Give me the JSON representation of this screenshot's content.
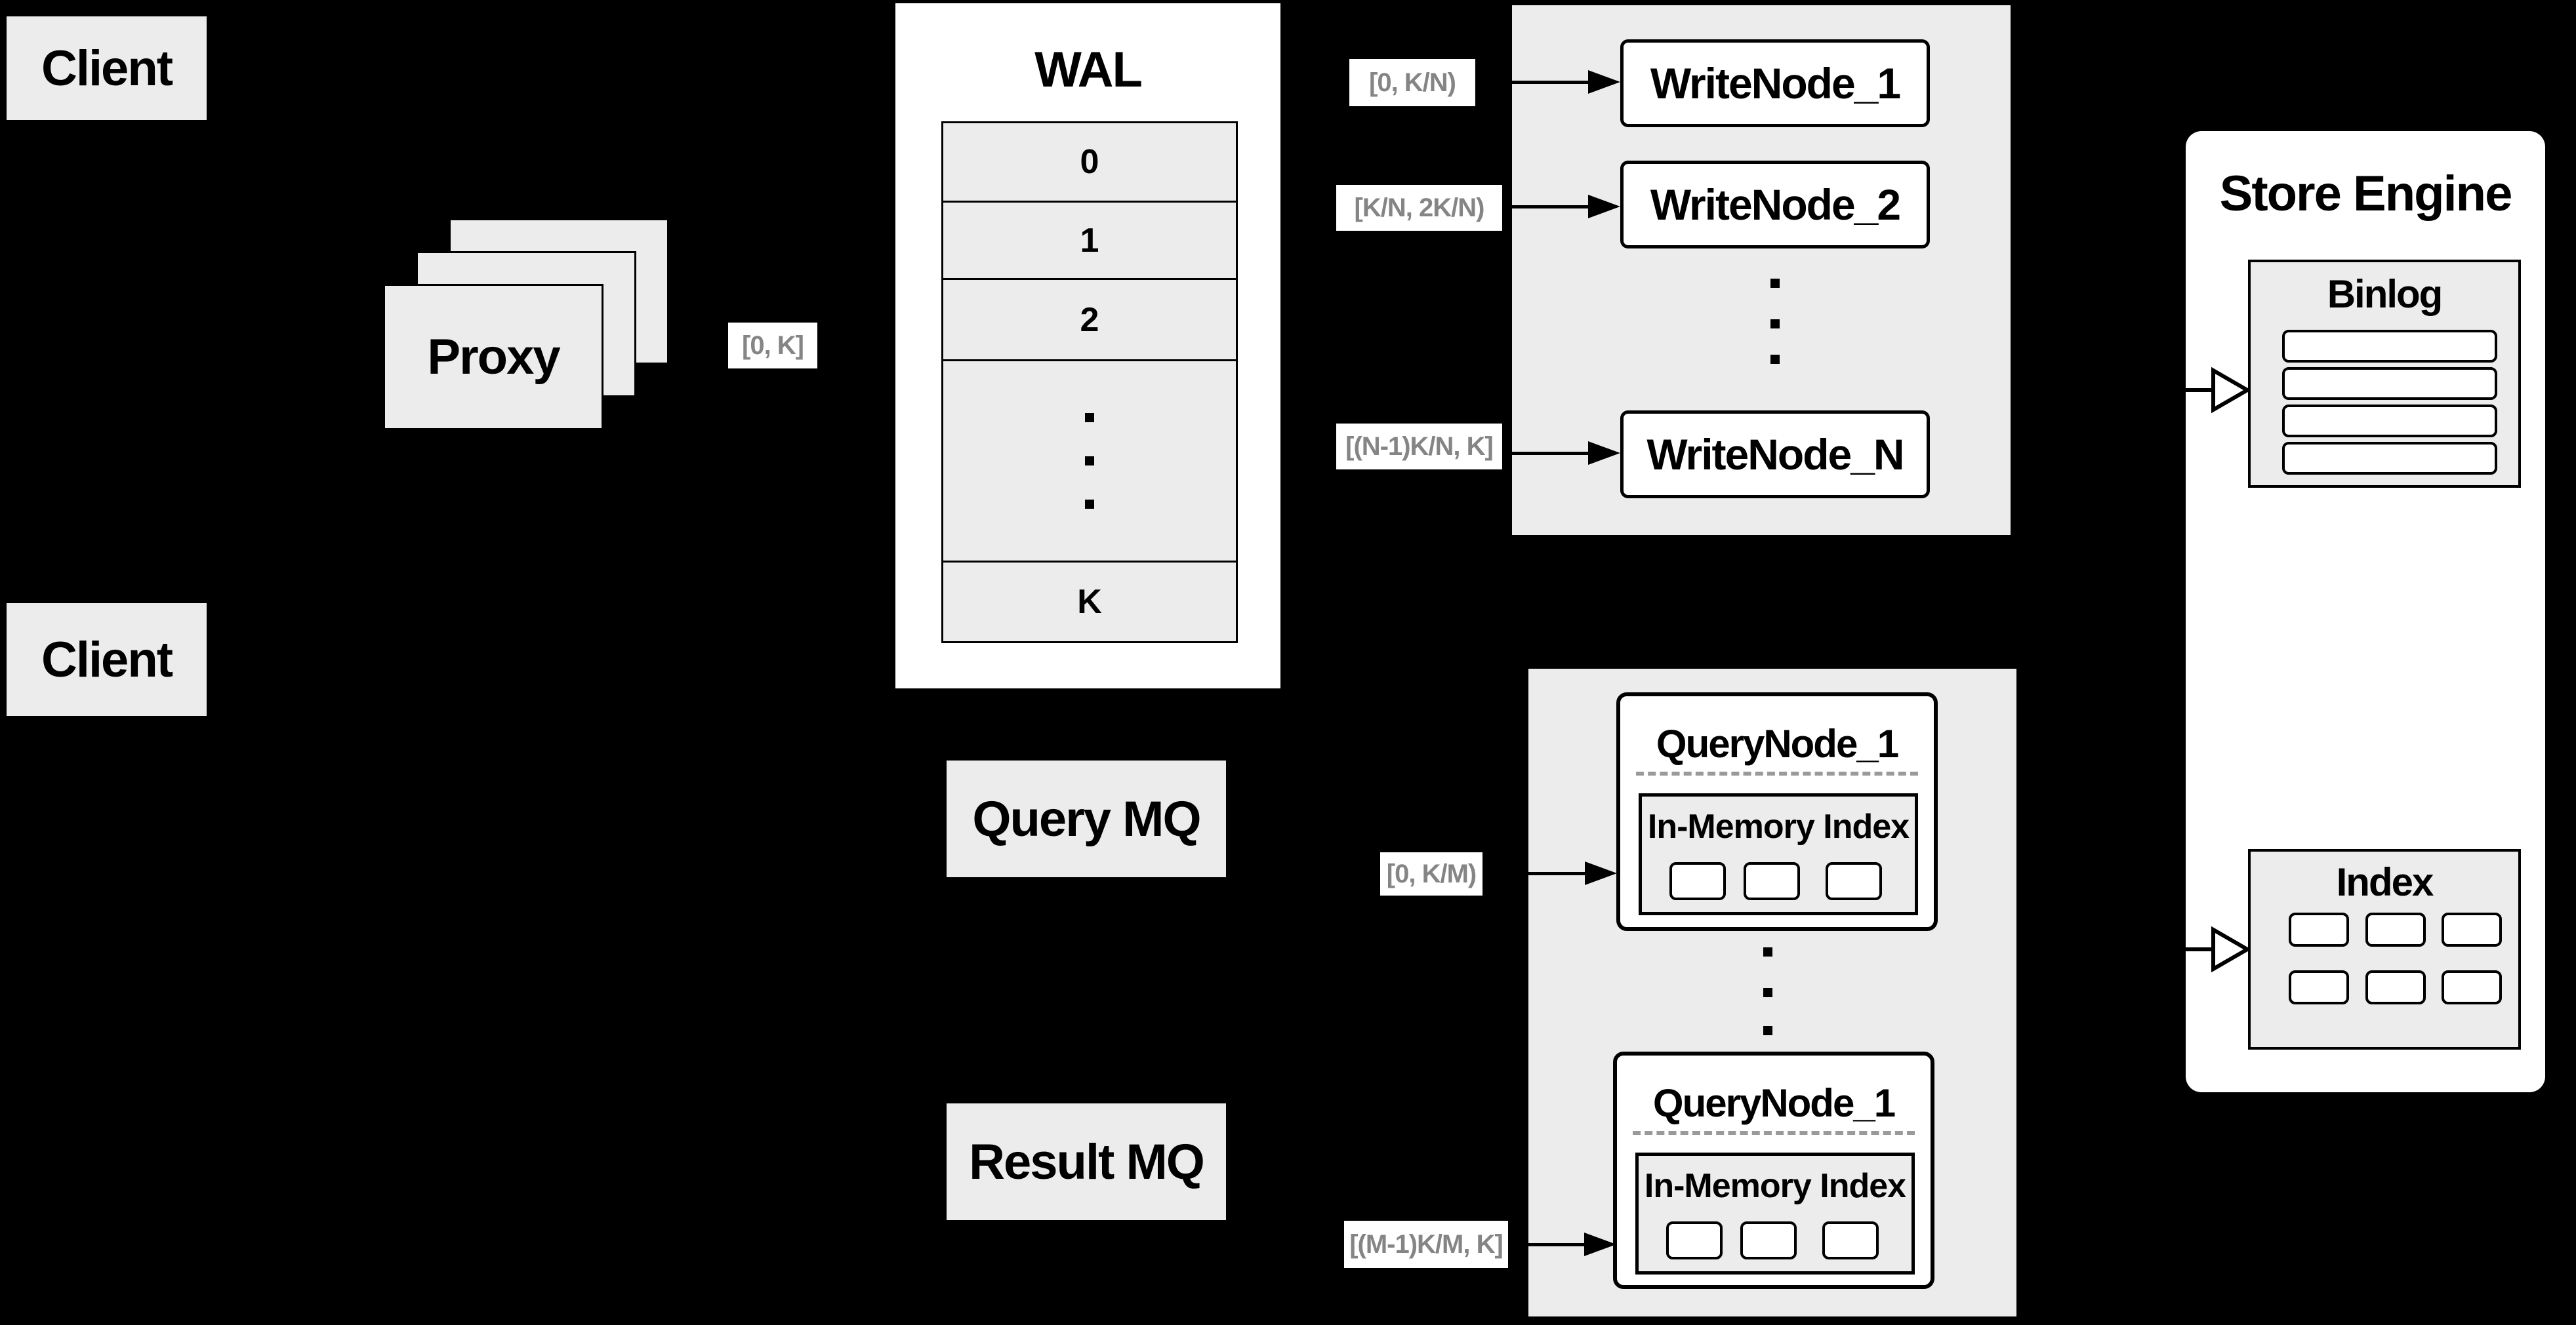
{
  "colors": {
    "background": "#000000",
    "panel_gray": "#ececec",
    "node_white": "#ffffff",
    "border_black": "#000000",
    "range_label_text": "#858585"
  },
  "nodes": {
    "client_top": "Client",
    "client_bottom": "Client",
    "proxy": "Proxy"
  },
  "proxy_range_label": "[0, K]",
  "wal": {
    "title": "WAL",
    "rows": [
      "0",
      "1",
      "2"
    ],
    "ellipsis": "...",
    "last_row": "K"
  },
  "write_group": {
    "nodes": [
      "WriteNode_1",
      "WriteNode_2",
      "WriteNode_N"
    ],
    "labels": [
      "[0, K/N)",
      "[K/N, 2K/N)",
      "[(N-1)K/N, K]"
    ],
    "ellipsis": "..."
  },
  "mq": {
    "query": "Query MQ",
    "result": "Result MQ"
  },
  "query_group": {
    "nodes": [
      {
        "title": "QueryNode_1",
        "panel": "In-Memory Index"
      },
      {
        "title": "QueryNode_1",
        "panel": "In-Memory Index"
      }
    ],
    "labels": [
      "[0, K/M)",
      "[(M-1)K/M, K]"
    ],
    "ellipsis": "..."
  },
  "store": {
    "title": "Store Engine",
    "binlog": "Binlog",
    "index": "Index"
  }
}
